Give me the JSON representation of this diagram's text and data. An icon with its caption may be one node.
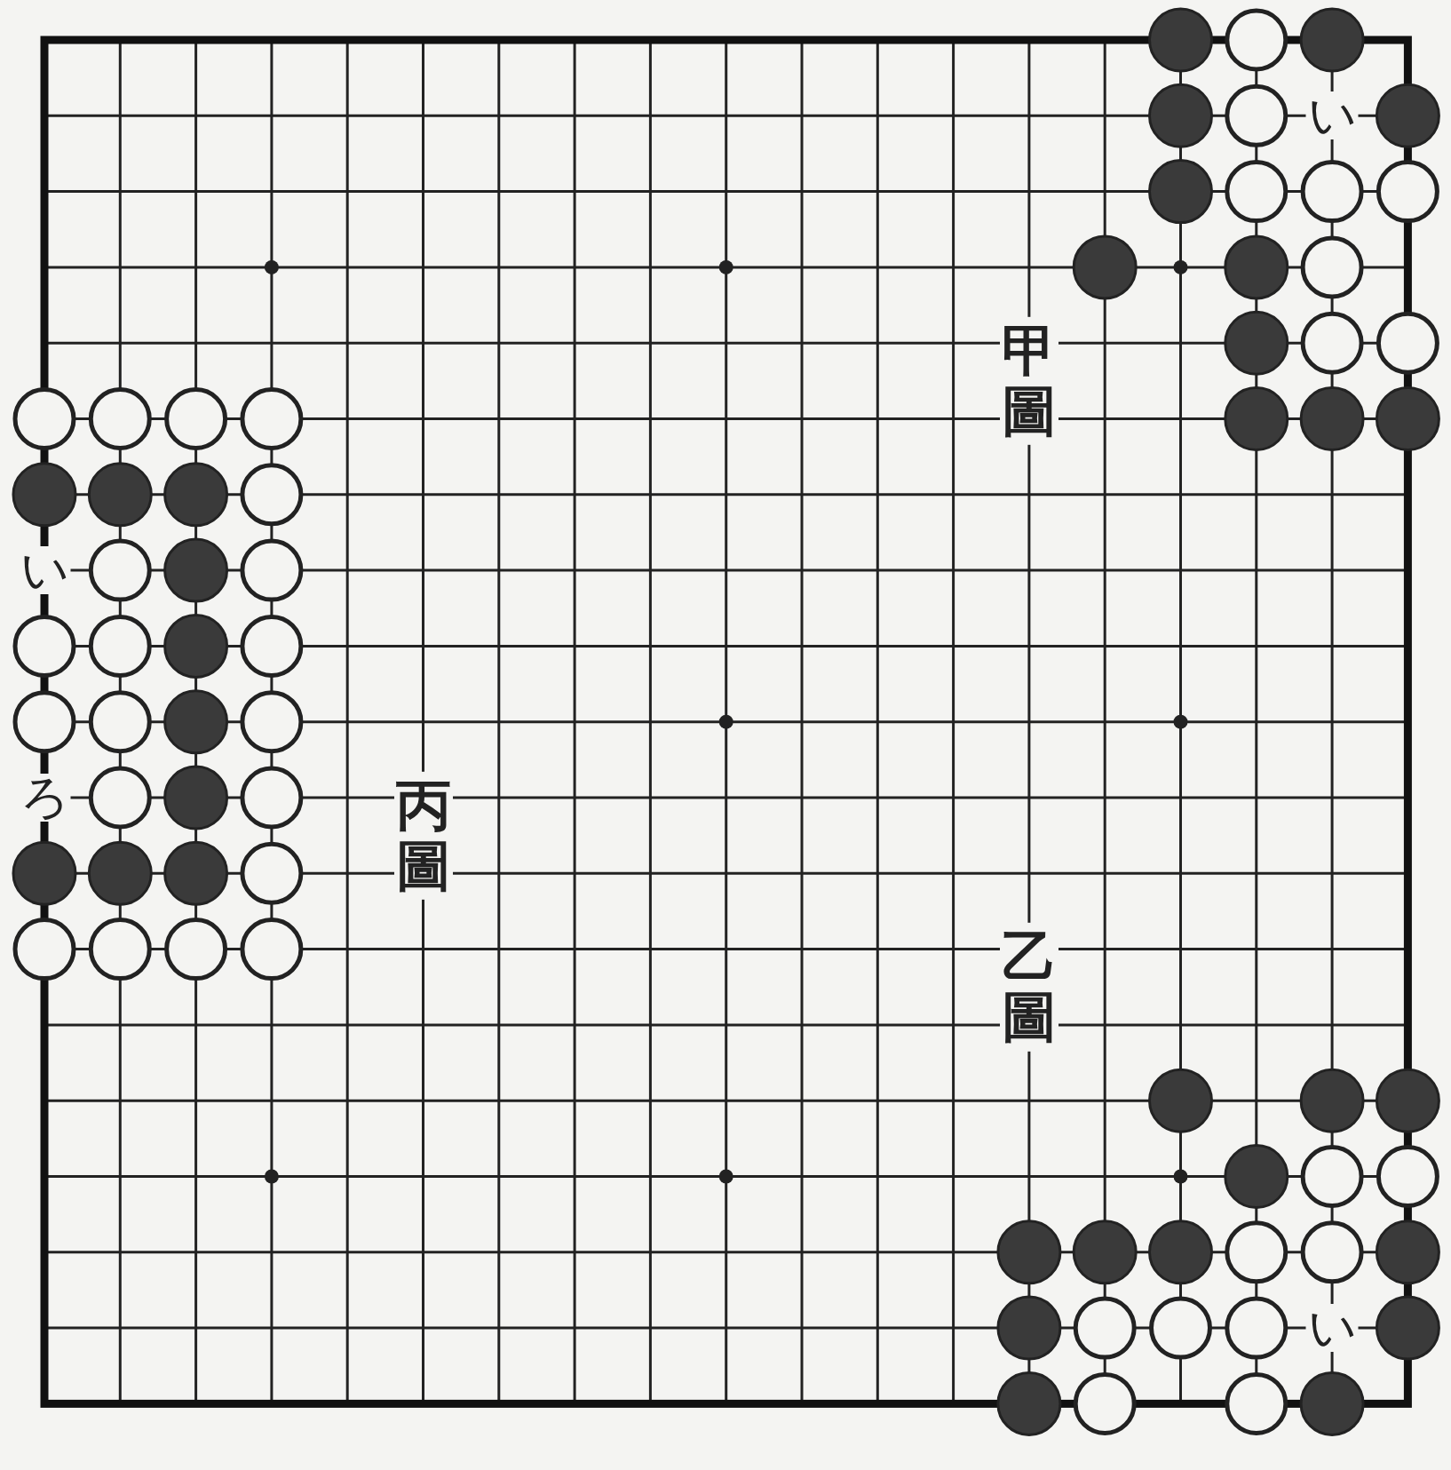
{
  "diagram": {
    "labels": [
      "い",
      "甲圖",
      "い",
      "ろ",
      "丙圖",
      "乙圖",
      "い"
    ]
  }
}
